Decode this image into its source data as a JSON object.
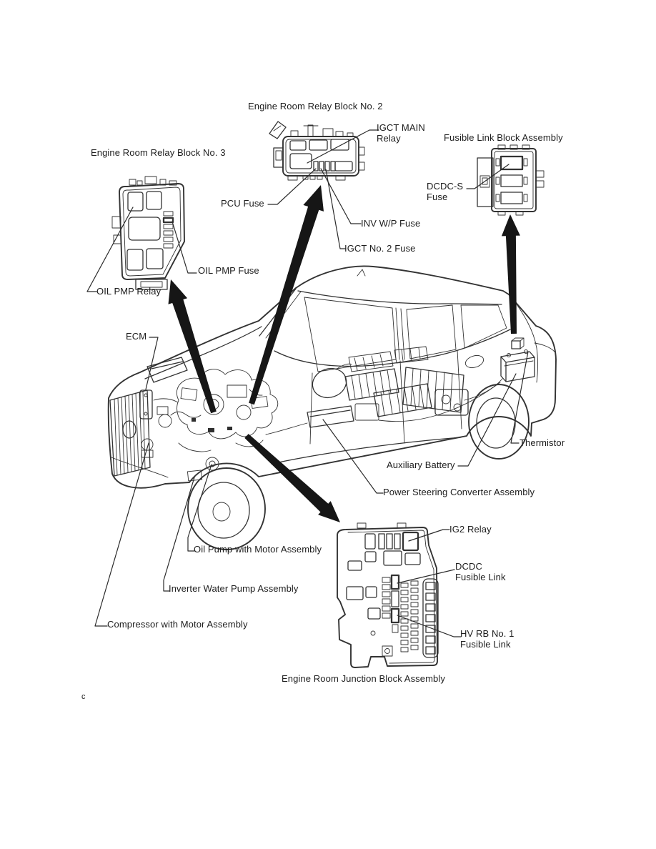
{
  "page": {
    "footer_mark": "c"
  },
  "colors": {
    "background": "#ffffff",
    "line": "#333333",
    "arrow": "#161616",
    "text": "#1d1d1d"
  },
  "diagram": {
    "relay_block_2": {
      "title": "Engine Room Relay Block No. 2",
      "components": {
        "igct_main_relay": "IGCT MAIN\nRelay",
        "pcu_fuse": "PCU Fuse",
        "inv_wp_fuse": "INV W/P Fuse",
        "igct_no2_fuse": "IGCT No. 2 Fuse"
      }
    },
    "relay_block_3": {
      "title": "Engine Room Relay Block No. 3",
      "components": {
        "oil_pmp_fuse": "OIL PMP Fuse",
        "oil_pmp_relay": "OIL PMP Relay"
      }
    },
    "fusible_link_block": {
      "title": "Fusible Link Block Assembly",
      "components": {
        "dcdc_s_fuse": "DCDC-S\nFuse"
      }
    },
    "junction_block": {
      "title": "Engine Room Junction Block Assembly",
      "components": {
        "ig2_relay": "IG2 Relay",
        "dcdc_fusible_link": "DCDC\nFusible Link",
        "hv_rb_no1_fusible_link": "HV RB No. 1\nFusible Link"
      }
    },
    "vehicle_components": {
      "ecm": "ECM",
      "thermistor": "Thermistor",
      "auxiliary_battery": "Auxiliary Battery",
      "power_steering_converter": "Power Steering Converter Assembly",
      "oil_pump": "Oil Pump with Motor Assembly",
      "inverter_water_pump": "Inverter Water Pump Assembly",
      "compressor": "Compressor with Motor Assembly"
    }
  }
}
